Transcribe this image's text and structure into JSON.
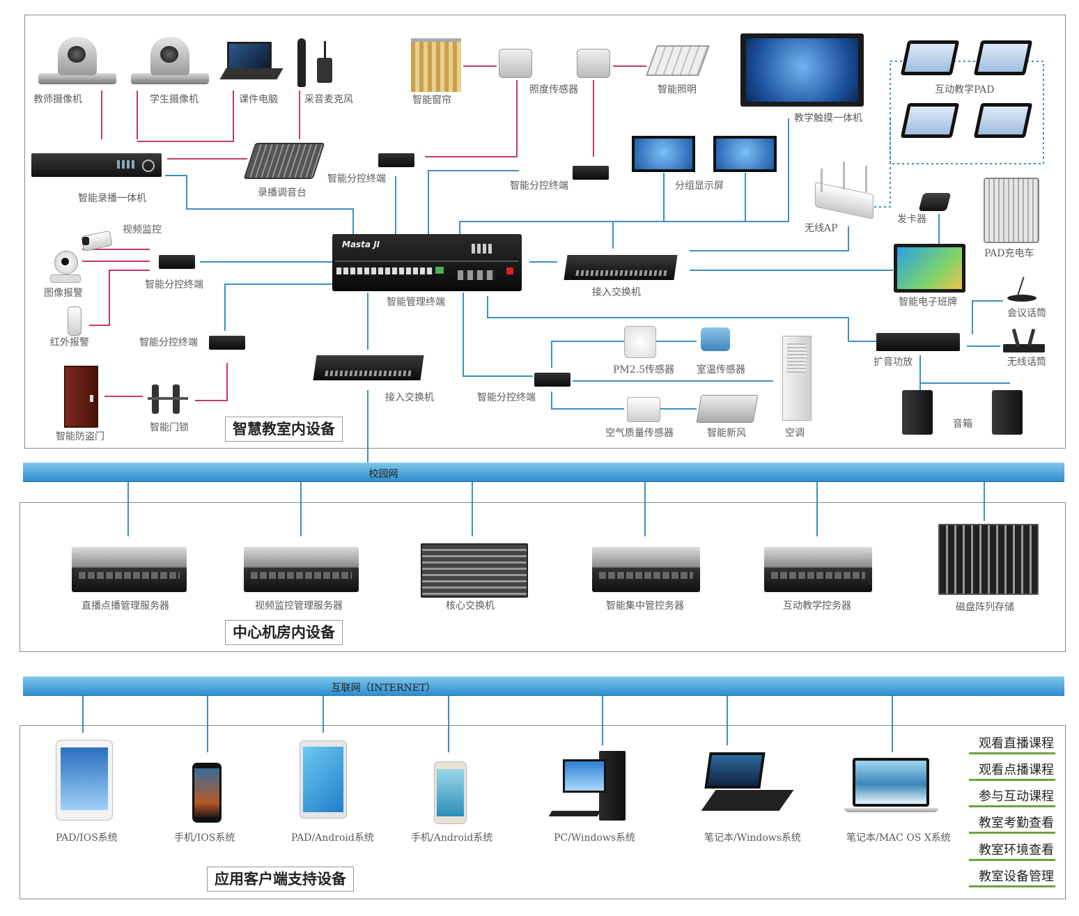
{
  "classroom": {
    "section_title": "智慧教室内设备",
    "devices": {
      "teacher_camera": "教师摄像机",
      "student_camera": "学生摄像机",
      "course_pc": "课件电脑",
      "mic": "采音麦克风",
      "smart_curtain": "智能窗帘",
      "light_sensor": "照度传感器",
      "smart_lighting": "智能照明",
      "touch_aio": "教学触摸一体机",
      "interactive_pad": "互动教学PAD",
      "recorder": "智能录播一体机",
      "mixer": "录播调音台",
      "ctrl_term_1": "智能分控终端",
      "ctrl_term_2": "智能分控终端",
      "group_display": "分组显示屏",
      "wireless_ap": "无线AP",
      "card_issuer": "发卡器",
      "pad_cart": "PAD充电车",
      "video_monitor": "视频监控",
      "image_alarm": "图像报警",
      "ctrl_term_3": "智能分控终端",
      "mgmt_terminal": "智能管理终端",
      "access_switch_1": "接入交换机",
      "e_class_sign": "智能电子班牌",
      "conf_mic": "会议话筒",
      "ir_alarm": "红外报警",
      "ctrl_term_4": "智能分控终端",
      "pm25": "PM2.5传感器",
      "temp_sensor": "室温传感器",
      "amplifier": "扩音功放",
      "wireless_mic": "无线话筒",
      "access_switch_2": "接入交换机",
      "ctrl_term_5": "智能分控终端",
      "air_con": "空调",
      "security_door": "智能防盗门",
      "door_lock": "智能门锁",
      "air_quality": "空气质量传感器",
      "fresh_air": "智能新风",
      "speakers": "音箱"
    }
  },
  "campus_network": "校园网",
  "datacenter": {
    "section_title": "中心机房内设备",
    "devices": [
      "直播点播管理服务器",
      "视频监控管理服务器",
      "核心交换机",
      "智能集中管控务器",
      "互动教学控务器",
      "磁盘阵列存储"
    ]
  },
  "internet": "互联网（INTERNET）",
  "clients": {
    "section_title": "应用客户端支持设备",
    "devices": [
      "PAD/IOS系统",
      "手机/IOS系统",
      "PAD/Android系统",
      "手机/Android系统",
      "PC/Windows系统",
      "笔记本/Windows系统",
      "笔记本/MAC OS X系统"
    ],
    "features": [
      "观看直播课程",
      "观看点播课程",
      "参与互动课程",
      "教室考勤查看",
      "教室环境查看",
      "教室设备管理"
    ]
  },
  "colors": {
    "blue_line": "#3b8fc4",
    "pink_line": "#c0396d",
    "dotted_line": "#3b8fc4",
    "bus_top": "#7cc3ea",
    "bus_bottom": "#2f8ed0",
    "feature_underline": "#6aa33f"
  }
}
